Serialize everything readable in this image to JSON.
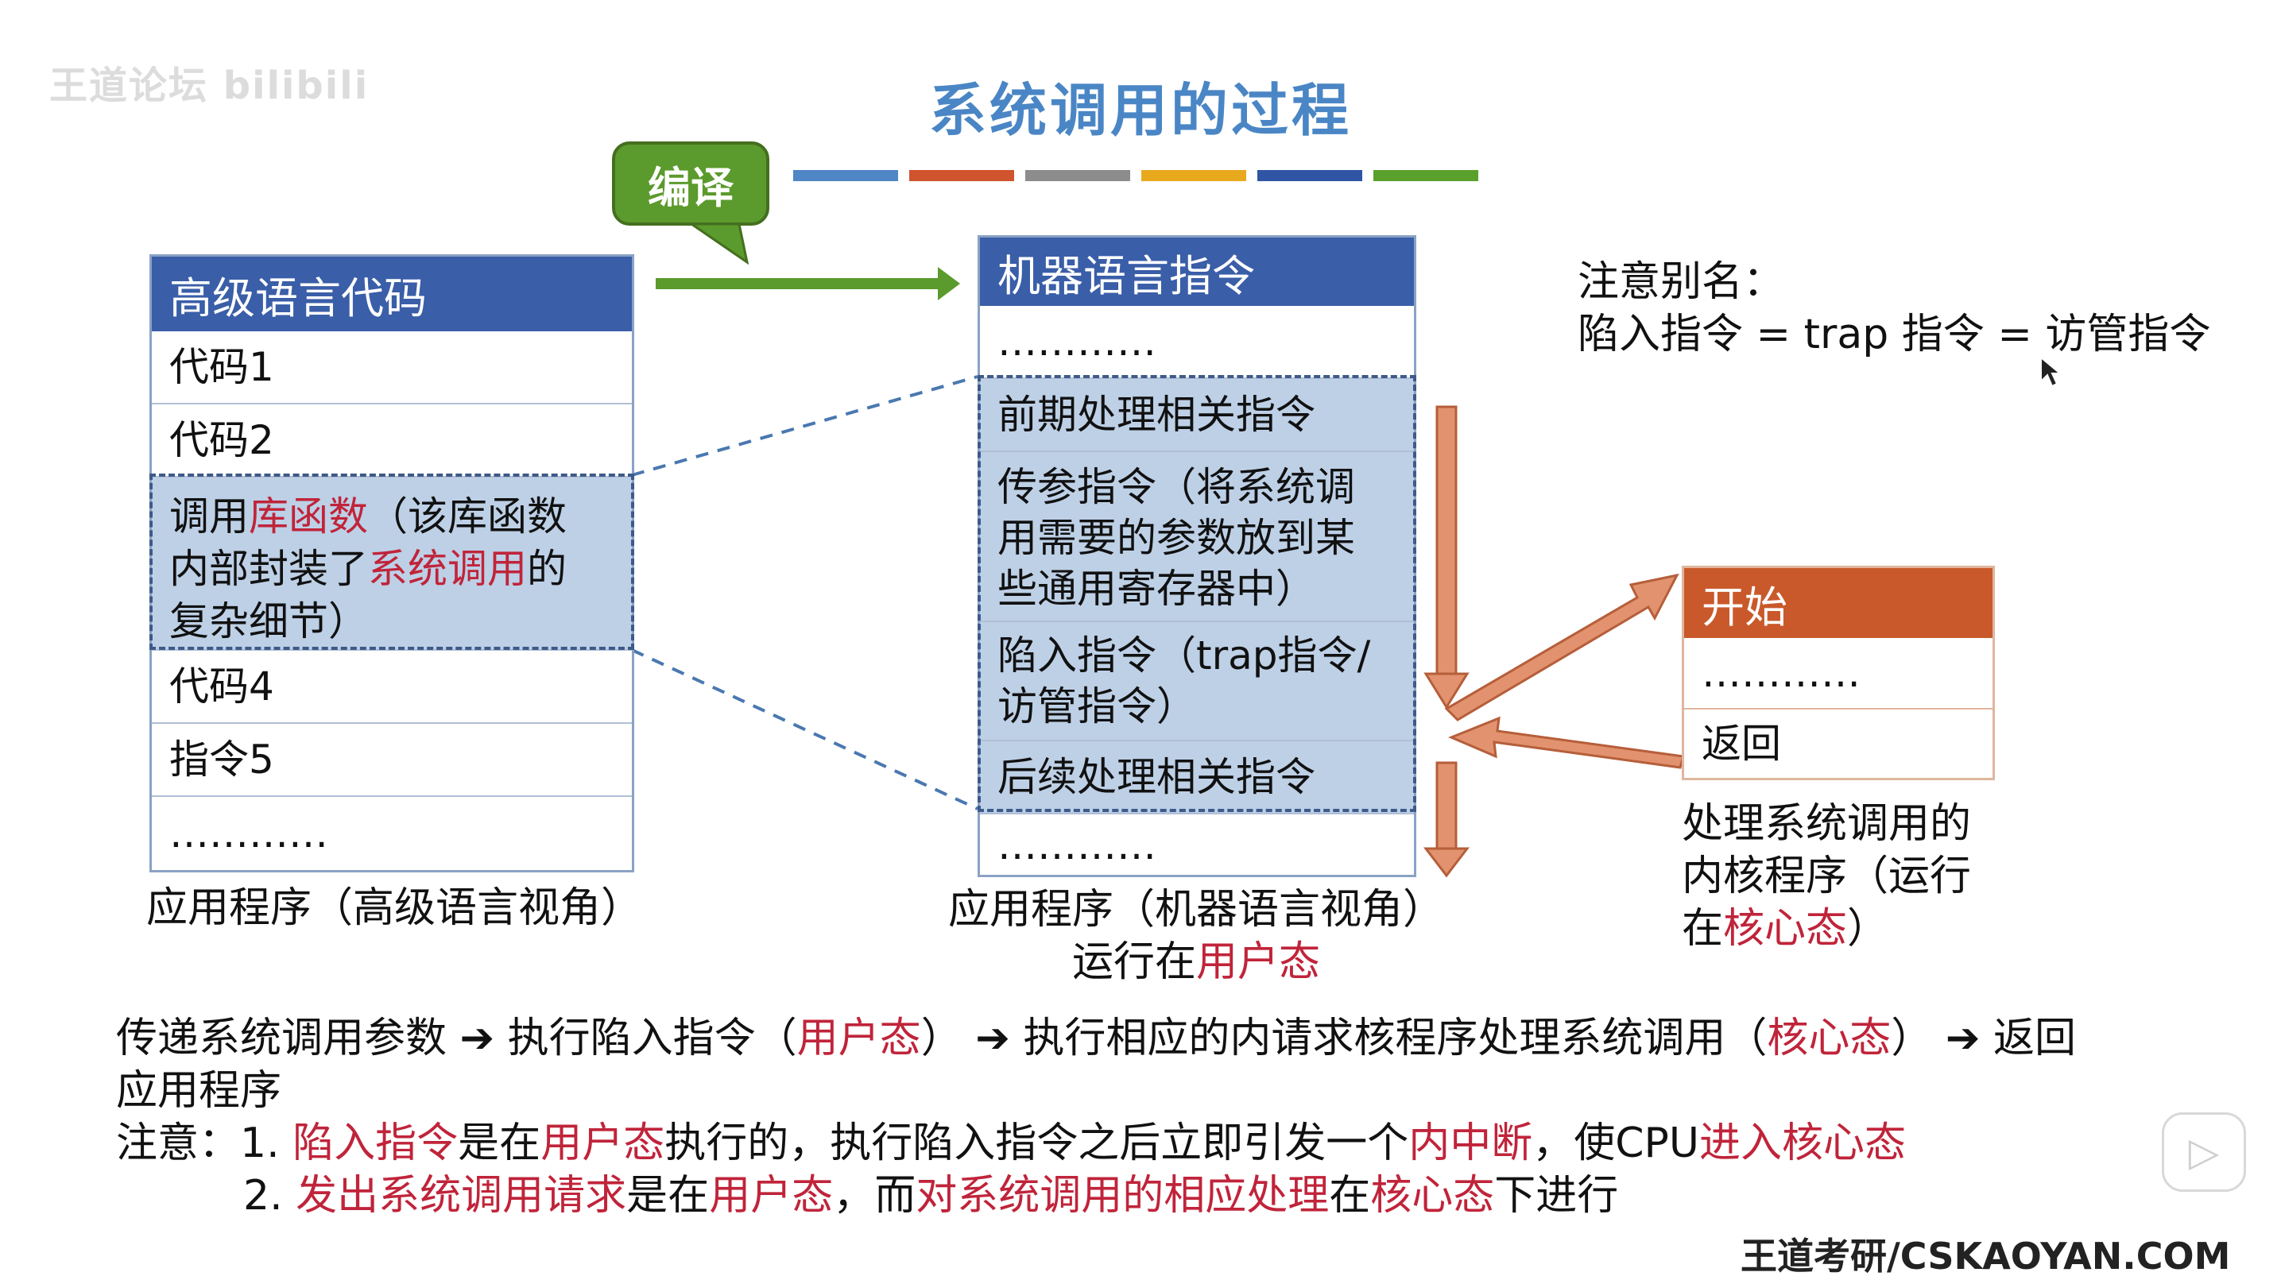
{
  "watermark": "王道论坛 bilibili",
  "title": "系统调用的过程",
  "compile_label": "编译",
  "colors": [
    "#4f86c6",
    "#d0542e",
    "#8c8c8c",
    "#e8a91c",
    "#2f55a4",
    "#5aa02c"
  ],
  "left_table": {
    "header": "高级语言代码",
    "rows": [
      "代码1",
      "代码2"
    ],
    "call_row": {
      "t1": "调用",
      "t2": "库函数",
      "t3": "（该库函数",
      "t4": "内部封装了",
      "t5": "系统调用",
      "t6": "的",
      "t7": "复杂细节）"
    },
    "rows_after": [
      "代码4",
      "指令5",
      "…………"
    ],
    "caption": "应用程序（高级语言视角）"
  },
  "mid_table": {
    "header": "机器语言指令",
    "row_top": "…………",
    "row_pre": "前期处理相关指令",
    "row_param": [
      "传参指令（将系统调",
      "用需要的参数放到某",
      "些通用寄存器中）"
    ],
    "row_trap": [
      "陷入指令（trap指令/",
      "访管指令）"
    ],
    "row_post": "后续处理相关指令",
    "row_bottom": "…………",
    "caption_line1": "应用程序（机器语言视角）",
    "caption_line2_a": "运行在",
    "caption_line2_b": "用户态"
  },
  "alias": {
    "line1": "注意别名：",
    "line2": "陷入指令 = trap 指令 = 访管指令"
  },
  "right_table": {
    "header": "开始",
    "row1": "…………",
    "row2": "返回",
    "caption_line1": "处理系统调用的",
    "caption_line2": "内核程序（运行",
    "caption_line3_a": "在",
    "caption_line3_b": "核心态",
    "caption_line3_c": "）"
  },
  "flow": {
    "p1": "传递系统调用参数",
    "p2": "执行陷入指令（",
    "p3": "用户态",
    "p4": "）",
    "p5": "执行相应的内请求核程序处理系统调用（",
    "p6": "核心态",
    "p7": "）",
    "p8": "返回",
    "p9": "应用程序",
    "arrow": "➔"
  },
  "note1": {
    "label": "注意：1. ",
    "a": "陷入指令",
    "b": "是在",
    "c": "用户态",
    "d": "执行的，执行陷入指令之后立即引发一个",
    "e": "内中断",
    "f": "，使CPU",
    "g": "进入核心态"
  },
  "note2": {
    "label": "2. ",
    "a": "发出系统调用请求",
    "b": "是在",
    "c": "用户态",
    "d": "，而",
    "e": "对系统调用的相应处理",
    "f": "在",
    "g": "核心态",
    "h": "下进行"
  },
  "brand": "王道考研/CSKAOYAN.COM",
  "play_icon": "▷"
}
